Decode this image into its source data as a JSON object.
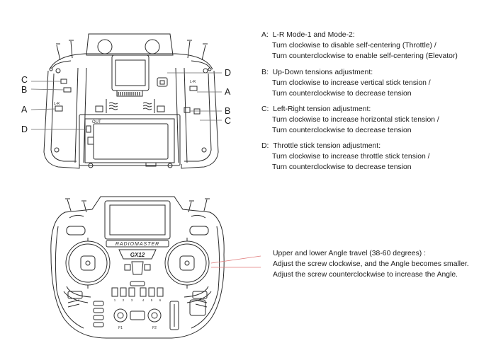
{
  "top_view": {
    "callouts": {
      "left_c": "C",
      "left_b": "B",
      "left_a": "A",
      "left_d": "D",
      "right_d": "D",
      "right_a": "A",
      "right_b": "B",
      "right_c": "C"
    },
    "small_labels": {
      "left_knob": "L-R",
      "right_knob": "L-R",
      "port": "OUT"
    }
  },
  "front_view": {
    "brand": "RADIOMASTER",
    "model": "GX12",
    "switch_labels": [
      "1",
      "2",
      "3",
      "4",
      "5",
      "6"
    ],
    "bottom_labels": {
      "left": "F1",
      "right": "F2"
    }
  },
  "notes": [
    {
      "letter": "A:",
      "title": "L-R Mode-1 and Mode-2:",
      "lines": [
        "Turn clockwise to disable self-centering (Throttle) /",
        "Turn counterclockwise to enable self-centering (Elevator)"
      ]
    },
    {
      "letter": "B:",
      "title": "Up-Down tensions adjustment:",
      "lines": [
        "Turn clockwise to increase vertical stick tension /",
        "Turn counterclockwise to decrease tension"
      ]
    },
    {
      "letter": "C:",
      "title": "Left-Right tension adjustment:",
      "lines": [
        "Turn clockwise to increase horizontal stick tension /",
        "Turn counterclockwise to decrease tension"
      ]
    },
    {
      "letter": "D:",
      "title": "Throttle stick tension adjustment:",
      "lines": [
        "Turn clockwise to increase throttle stick tension /",
        "Turn counterclockwise to decrease tension"
      ]
    }
  ],
  "angle_note": {
    "title": "Upper and lower Angle travel (38-60 degrees) :",
    "lines": [
      "Adjust the screw clockwise, and the Angle becomes smaller.",
      "Adjust the screw counterclockwise to increase the Angle."
    ]
  }
}
